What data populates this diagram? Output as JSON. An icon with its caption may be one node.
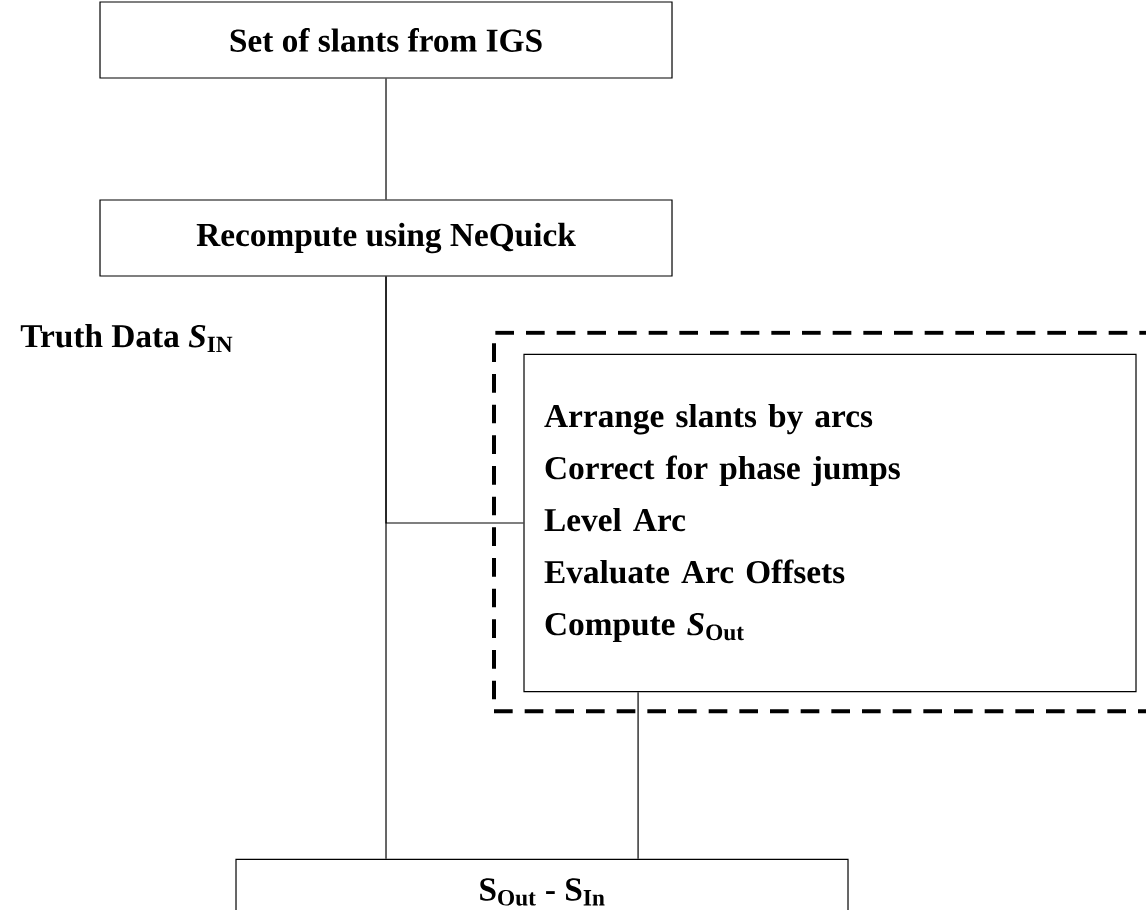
{
  "diagram": {
    "nodes": [
      {
        "text": [
          "Set of slants from IGS"
        ]
      },
      {
        "text": [
          "Recompute using NeQuick"
        ]
      },
      {
        "text": [],
        "shape": "box"
      },
      {
        "text": [
          "Arrange slants by arcs",
          "Correct for phase jumps",
          "Level Arc",
          "Evaluate Arc Offsets",
          "Compute *S*$_{Out}$"
        ],
        "in": 2
      },
      {
        "text": [
          "S$_{Out}$ - S$_{In}$"
        ]
      }
    ],
    "edges": [
      {
        "from": 0,
        "to": 1,
        "arrow": "none"
      },
      {
        "from": 1,
        "to": 3,
        "arrow": "none"
      },
      {
        "from": 1,
        "to": 4,
        "arrow": "none"
      },
      {
        "from": 3,
        "to": 4,
        "arrow": "none"
      }
    ],
    "labels": [
      "Truth Data *S*$_{IN}$"
    ]
  }
}
